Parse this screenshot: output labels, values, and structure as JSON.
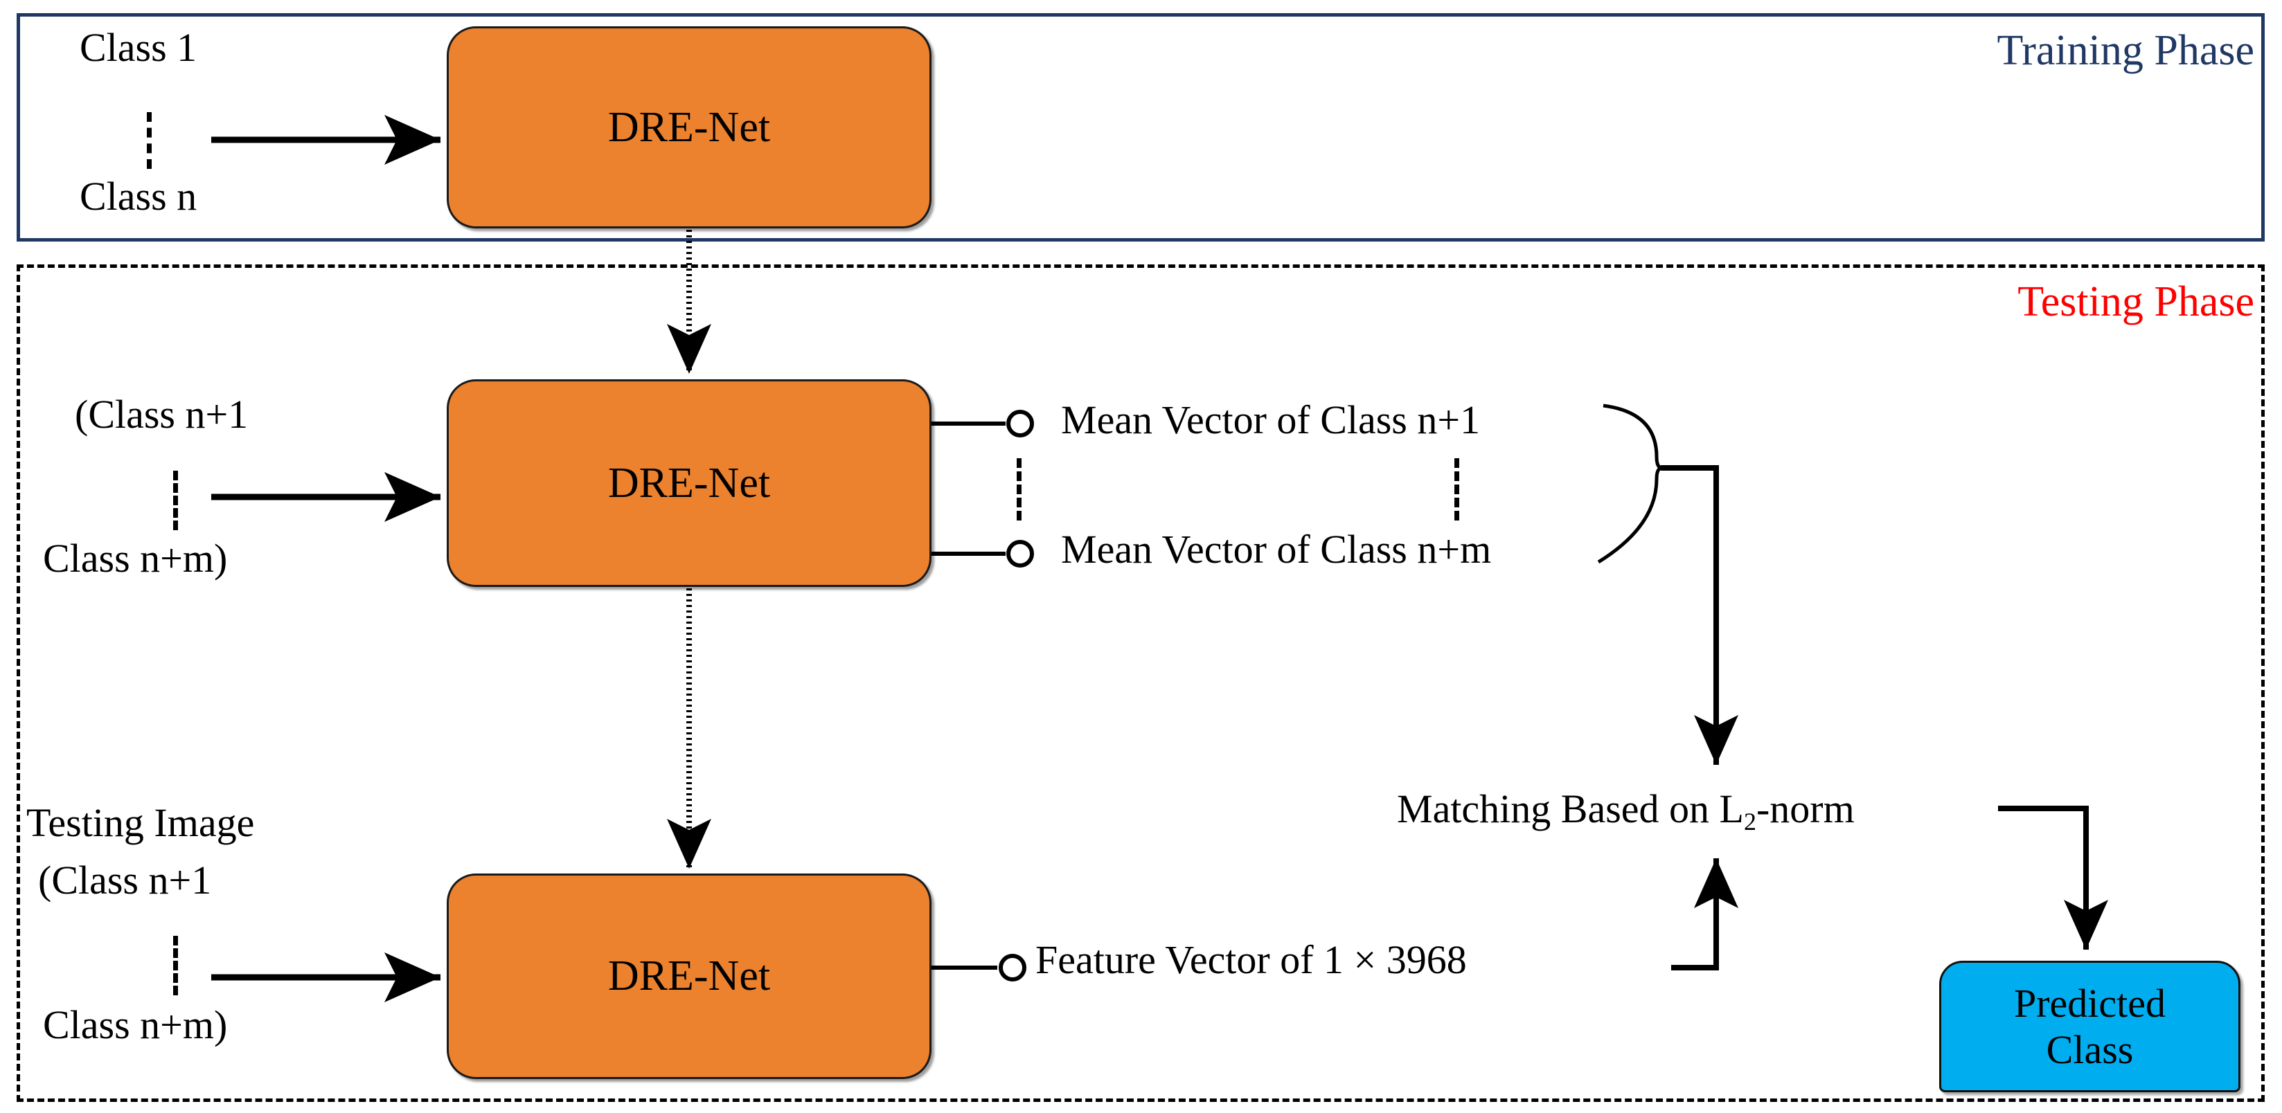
{
  "diagram": {
    "title": "DRE-Net training and testing pipeline",
    "colors": {
      "block_orange": "#EC812E",
      "predicted_blue": "#00ADEF",
      "training_border_navy": "#1F3864",
      "testing_label_red": "#FF0000",
      "connector_black": "#000000"
    }
  },
  "training_phase": {
    "label": "Training Phase",
    "inputs": {
      "first": "Class 1",
      "ellipsis": "⋮",
      "last": "Class n"
    },
    "block": {
      "label": "DRE-Net"
    }
  },
  "testing_phase": {
    "label": "Testing Phase",
    "gallery": {
      "inputs": {
        "first": "(Class n+1",
        "ellipsis": "⋮",
        "last": "Class n+m)"
      },
      "block": {
        "label": "DRE-Net"
      },
      "outputs": {
        "first": "Mean Vector of Class n+1",
        "ellipsis": "⋮",
        "last": "Mean Vector of Class n+m"
      },
      "brace": "}"
    },
    "probe": {
      "caption": "Testing Image",
      "inputs": {
        "first": "(Class n+1",
        "ellipsis": "⋮",
        "last": "Class n+m)"
      },
      "block": {
        "label": "DRE-Net"
      },
      "output": {
        "prefix": "Feature Vector of 1 ",
        "times": "×",
        "dimension": " 3968",
        "full": "Feature Vector of 1 × 3968"
      }
    },
    "matching": {
      "prefix": "Matching Based on L",
      "subscript": "2",
      "suffix": "-norm",
      "full": "Matching Based on L2-norm"
    },
    "result": {
      "line1": "Predicted",
      "line2": "Class"
    }
  }
}
